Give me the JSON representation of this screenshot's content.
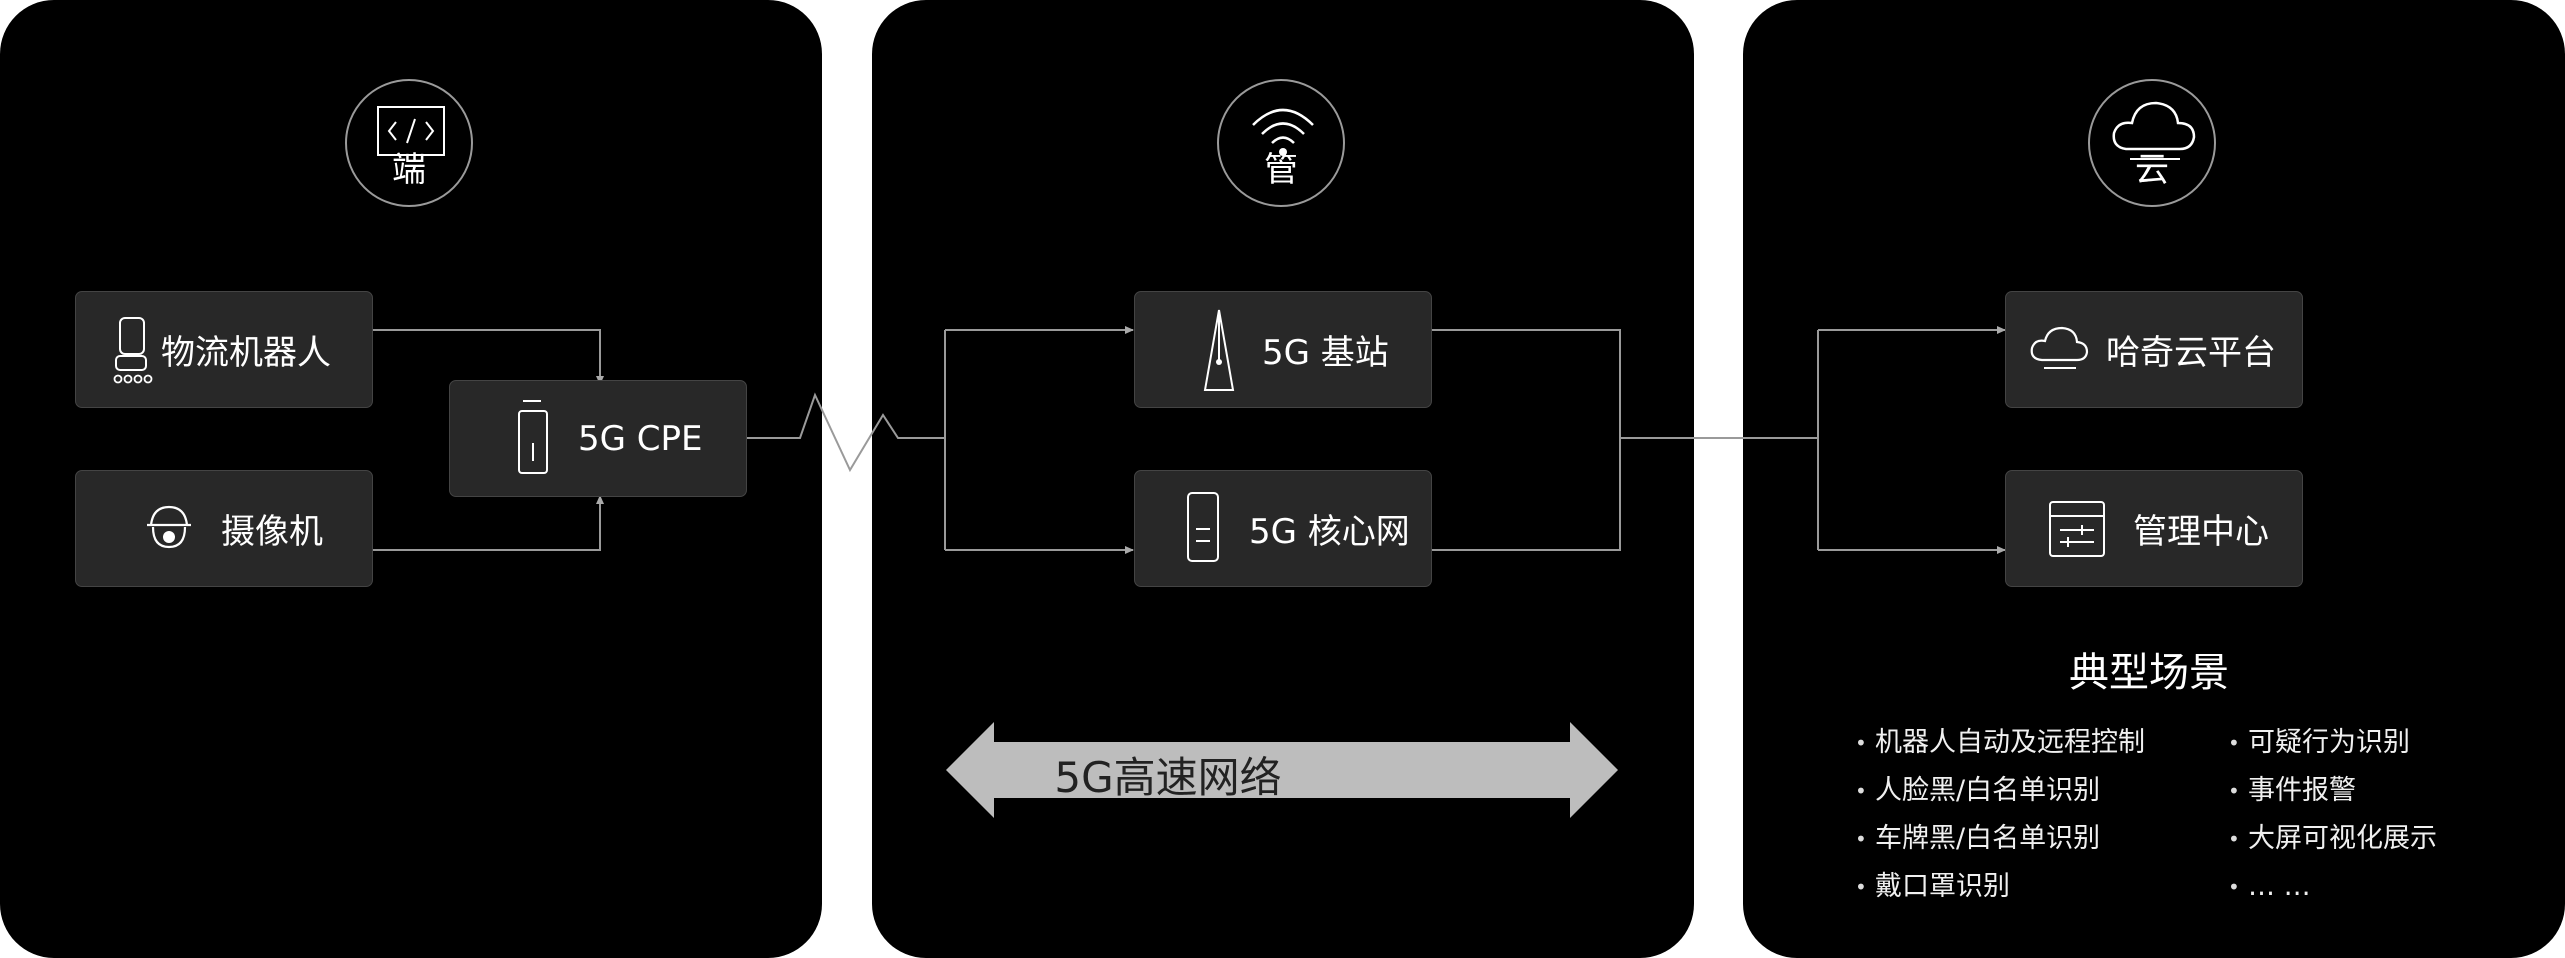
{
  "columns": {
    "terminal": {
      "label": "端",
      "icon": "code-icon"
    },
    "pipe": {
      "label": "管",
      "icon": "wifi-icon"
    },
    "cloud": {
      "label": "云",
      "icon": "cloud-icon"
    }
  },
  "nodes": {
    "robot": {
      "label": "物流机器人",
      "icon": "robot-icon"
    },
    "camera": {
      "label": "摄像机",
      "icon": "security-camera-icon"
    },
    "cpe": {
      "label": "5G CPE",
      "icon": "cpe-device-icon"
    },
    "base_station": {
      "label": "5G 基站",
      "icon": "antenna-tower-icon"
    },
    "core_network": {
      "label": "5G 核心网",
      "icon": "server-icon"
    },
    "cloud_platform": {
      "label": "哈奇云平台",
      "icon": "cloud-icon"
    },
    "management": {
      "label": "管理中心",
      "icon": "dashboard-icon"
    }
  },
  "network_arrow": {
    "label": "5G高速网络"
  },
  "scenarios": {
    "title": "典型场景",
    "left": [
      "机器人自动及远程控制",
      "人脸黑/白名单识别",
      "车牌黑/白名单识别",
      "戴口罩识别"
    ],
    "right": [
      "可疑行为识别",
      "事件报警",
      "大屏可视化展示",
      "… …"
    ]
  },
  "colors": {
    "panel": "#000000",
    "node_box": "#282828",
    "line": "#9a9a9a",
    "arrow": "#bdbdbd"
  }
}
